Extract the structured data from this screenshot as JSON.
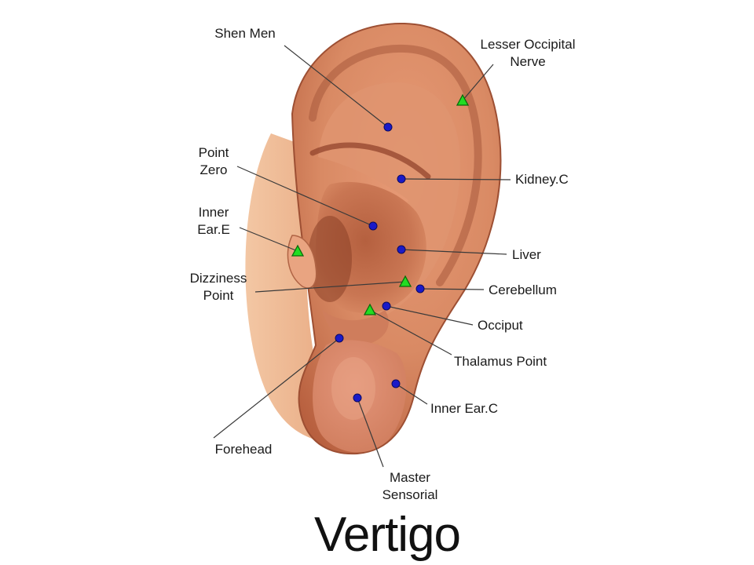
{
  "title": "Vertigo",
  "colors": {
    "background": "#ffffff",
    "skin_base": "#d98a64",
    "skin_dark": "#a4553a",
    "skin_light": "#efb08c",
    "dot": "#1a1ac8",
    "triangle": "#22dd22",
    "leader": "#3a3a3a"
  },
  "markers": {
    "circle_icon": "blue-dot-icon",
    "triangle_icon": "green-triangle-icon"
  },
  "points": [
    {
      "id": "shen-men",
      "label_lines": [
        "Shen Men"
      ],
      "marker": "circle"
    },
    {
      "id": "lesser-occipital-nerve",
      "label_lines": [
        "Lesser Occipital",
        "Nerve"
      ],
      "marker": "triangle"
    },
    {
      "id": "point-zero",
      "label_lines": [
        "Point",
        "Zero"
      ],
      "marker": "circle"
    },
    {
      "id": "kidney-c",
      "label_lines": [
        "Kidney.C"
      ],
      "marker": "circle"
    },
    {
      "id": "inner-ear-e",
      "label_lines": [
        "Inner",
        "Ear.E"
      ],
      "marker": "triangle"
    },
    {
      "id": "liver",
      "label_lines": [
        "Liver"
      ],
      "marker": "circle"
    },
    {
      "id": "dizziness-point",
      "label_lines": [
        "Dizziness",
        "Point"
      ],
      "marker": "triangle"
    },
    {
      "id": "cerebellum",
      "label_lines": [
        "Cerebellum"
      ],
      "marker": "circle"
    },
    {
      "id": "occiput",
      "label_lines": [
        "Occiput"
      ],
      "marker": "circle"
    },
    {
      "id": "thalamus-point",
      "label_lines": [
        "Thalamus Point"
      ],
      "marker": "triangle"
    },
    {
      "id": "forehead",
      "label_lines": [
        "Forehead"
      ],
      "marker": "circle"
    },
    {
      "id": "inner-ear-c",
      "label_lines": [
        "Inner Ear.C"
      ],
      "marker": "circle"
    },
    {
      "id": "master-sensorial",
      "label_lines": [
        "Master",
        "Sensorial"
      ],
      "marker": "circle"
    }
  ]
}
